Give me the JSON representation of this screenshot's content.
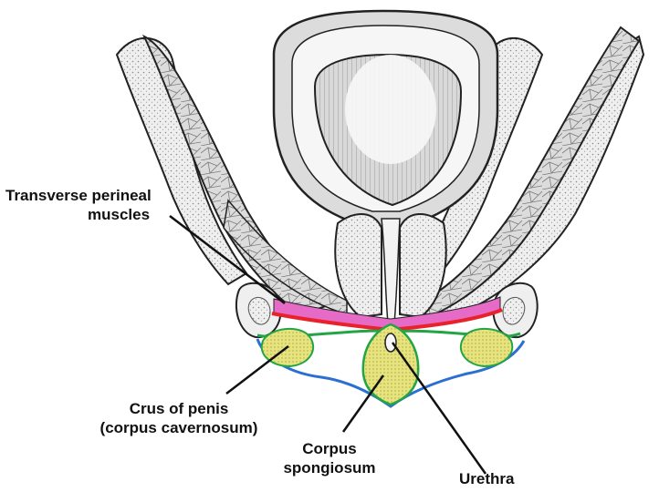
{
  "labels": {
    "transverse_line1": "Transverse perineal",
    "transverse_line2": "muscles",
    "crus_line1": "Crus of penis",
    "crus_line2": "(corpus cavernosum)",
    "corpus_line1": "Corpus",
    "corpus_line2": "spongiosum",
    "urethra": "Urethra"
  },
  "colors": {
    "outline": "#222222",
    "bone_fill": "#e2e2e2",
    "bone_texture": "#9a9a9a",
    "muscle_pink": "#e66bc6",
    "red_layer": "#e8212b",
    "green_layer": "#23a545",
    "blue_layer": "#2a6fd1",
    "erectile_yellow": "#e4e27a",
    "bladder_wall": "#d6d6d6",
    "bladder_lumen": "#f4f4f4",
    "prostate": "#ececec"
  }
}
